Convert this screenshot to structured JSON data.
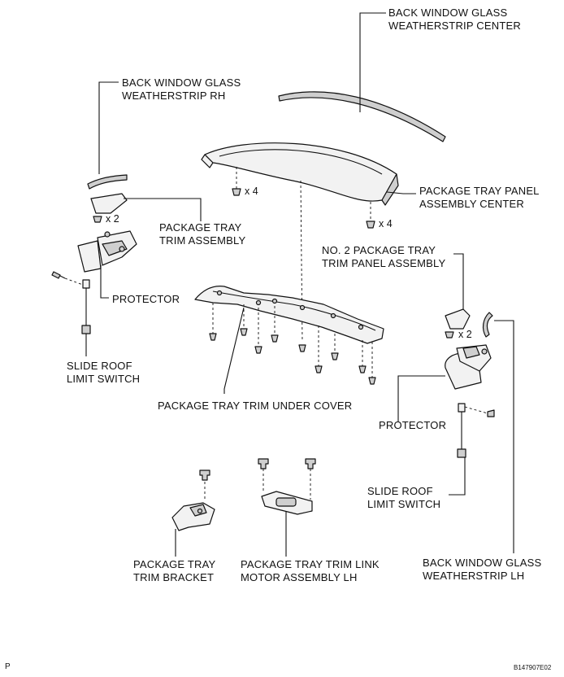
{
  "diagram": {
    "labels": {
      "weatherstrip_center": "BACK WINDOW GLASS\nWEATHERSTRIP CENTER",
      "weatherstrip_rh": "BACK WINDOW GLASS\nWEATHERSTRIP RH",
      "package_tray_panel_center": "PACKAGE TRAY PANEL\nASSEMBLY CENTER",
      "package_tray_trim_assembly": "PACKAGE TRAY\nTRIM ASSEMBLY",
      "no2_package_tray_trim_panel": "NO. 2 PACKAGE TRAY\nTRIM PANEL ASSEMBLY",
      "protector_left": "PROTECTOR",
      "slide_roof_limit_switch_left": "SLIDE ROOF\nLIMIT SWITCH",
      "package_tray_trim_under_cover": "PACKAGE TRAY TRIM UNDER COVER",
      "protector_right": "PROTECTOR",
      "slide_roof_limit_switch_right": "SLIDE ROOF\nLIMIT SWITCH",
      "package_tray_trim_bracket": "PACKAGE TRAY\nTRIM BRACKET",
      "trim_link_motor_lh": "PACKAGE TRAY TRIM LINK\nMOTOR ASSEMBLY LH",
      "weatherstrip_lh": "BACK WINDOW GLASS\nWEATHERSTRIP LH"
    },
    "quantities": {
      "clips_center_upper": "x 4",
      "clips_center_lower": "x 4",
      "clips_rh": "x 2",
      "clips_lh": "x 2"
    },
    "footer": {
      "page_letter": "P",
      "figure_code": "B147907E02"
    }
  }
}
